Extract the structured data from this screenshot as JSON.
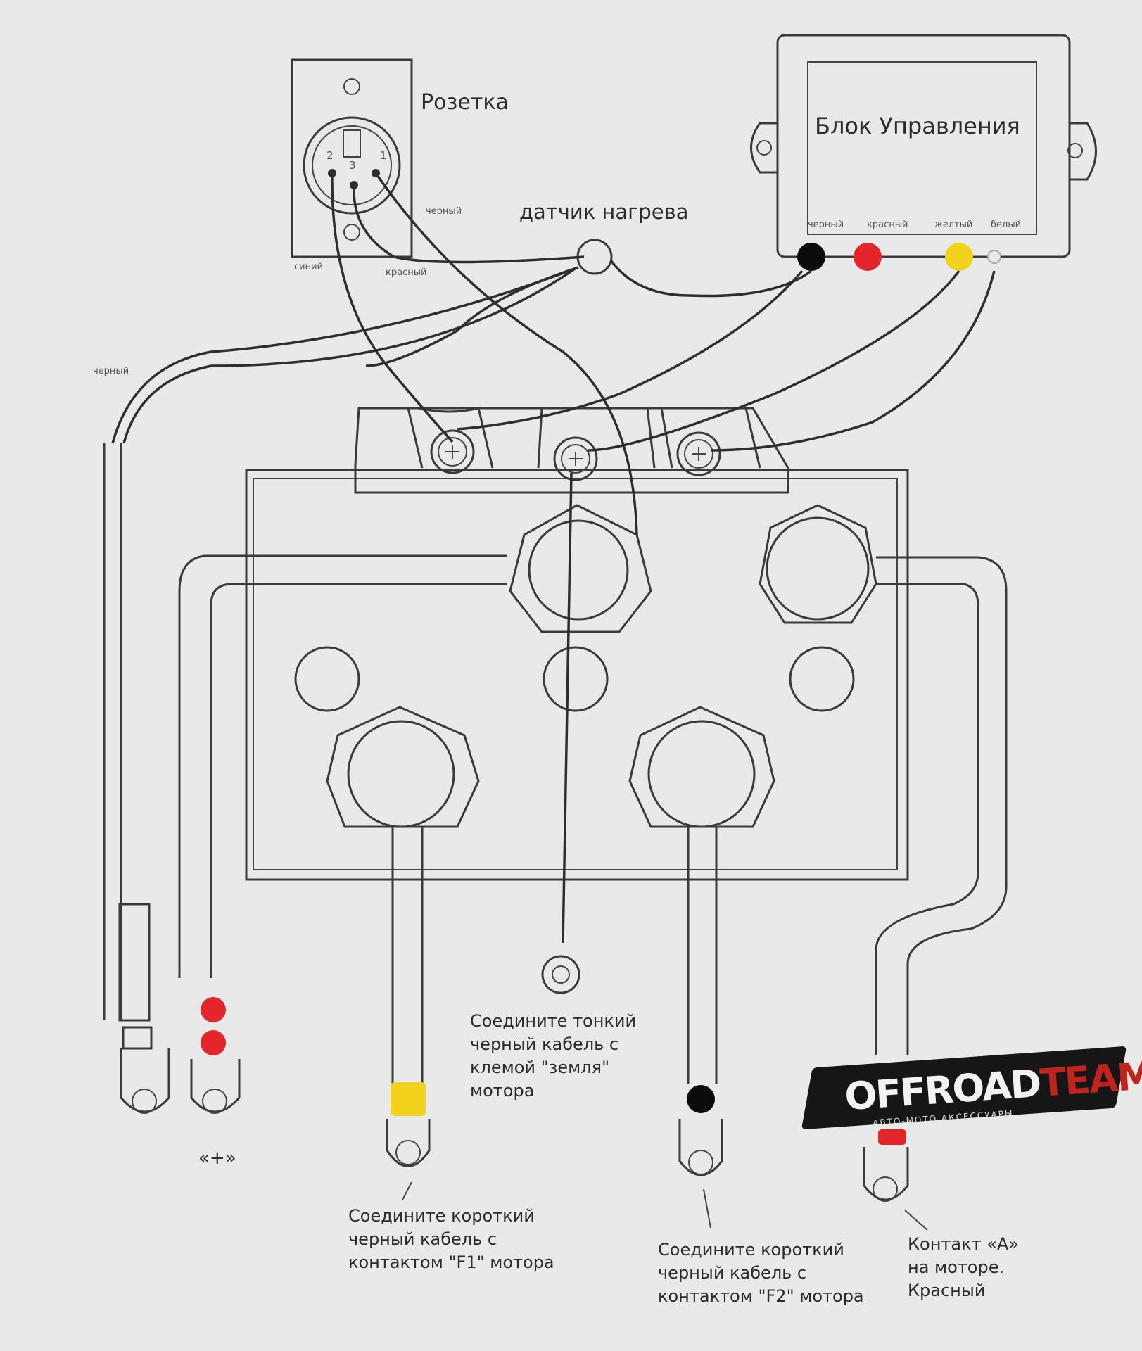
{
  "labels": {
    "socket": "Розетка",
    "control_unit": "Блок Управления",
    "heat_sensor": "датчик нагрева",
    "wire_black_socket": "черный",
    "wire_blue": "синий",
    "wire_red_socket": "красный",
    "wire_black_left": "черный",
    "cu_black": "черный",
    "cu_red": "красный",
    "cu_yellow": "желтый",
    "cu_white": "белый",
    "plus": "«+»",
    "ground_note": [
      "Соедините тонкий",
      "черный кабель с",
      "клемой \"земля\"",
      "мотора"
    ],
    "f1_note": [
      "Соедините короткий",
      "черный кабель с",
      "контактом \"F1\" мотора"
    ],
    "f2_note": [
      "Соедините короткий",
      "черный кабель с",
      "контактом \"F2\" мотора"
    ],
    "a_note": [
      "Контакт «А»",
      "на моторе.",
      "Красный"
    ],
    "pin1": "1",
    "pin2": "2",
    "pin3": "3"
  },
  "logo": {
    "part1": "OFFROAD",
    "part2": "TEAM",
    "subtitle": "АВТО-МОТО АКСЕССУАРЫ"
  },
  "colors": {
    "black": "#0b0b0b",
    "red": "#e4262b",
    "yellow": "#f1d21c",
    "background": "#e9e9e9"
  }
}
